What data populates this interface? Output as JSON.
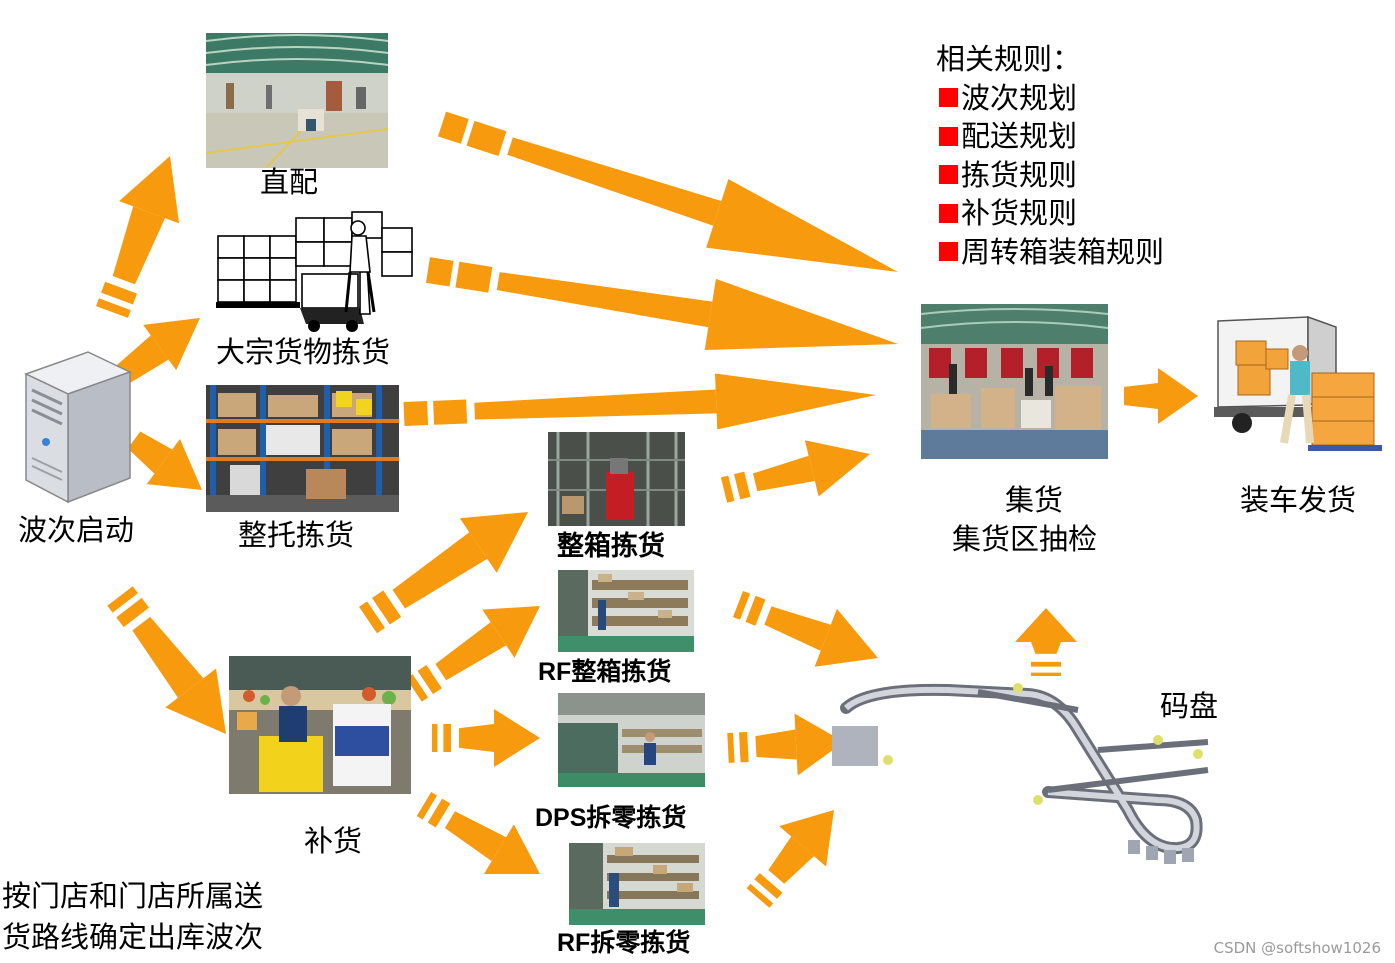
{
  "labels": {
    "wave_start": "波次启动",
    "direct": "直配",
    "bulk_picking": "大宗货物拣货",
    "pallet_picking": "整托拣货",
    "case_picking": "整箱拣货",
    "rf_case_prefix": "RF",
    "rf_case_suffix": "整箱拣货",
    "replenish": "补货",
    "dps_prefix": "DPS",
    "dps_suffix": "拆零拣货",
    "rf_piece_prefix": "RF",
    "rf_piece_suffix": "拆零拣货",
    "consolidate": "集货",
    "consolidate_check": "集货区抽检",
    "load_ship": "装车发货",
    "sorter": "码盘",
    "note_line1": "按门店和门店所属送",
    "note_line2": "货路线确定出库波次"
  },
  "rules": {
    "title": "相关规则：",
    "items": [
      "波次规划",
      "配送规划",
      "拣货规则",
      "补货规则",
      "周转箱装箱规则"
    ]
  },
  "watermark": "CSDN @softshow1026",
  "colors": {
    "arrow": "#F79A0E",
    "rule_marker": "#FF0000",
    "server_body": "#DADDE2"
  },
  "icons": {
    "server": "server-icon",
    "truck": "delivery-truck-icon",
    "forklift": "forklift-worker-icon",
    "sorter": "conveyor-sorter-icon"
  }
}
